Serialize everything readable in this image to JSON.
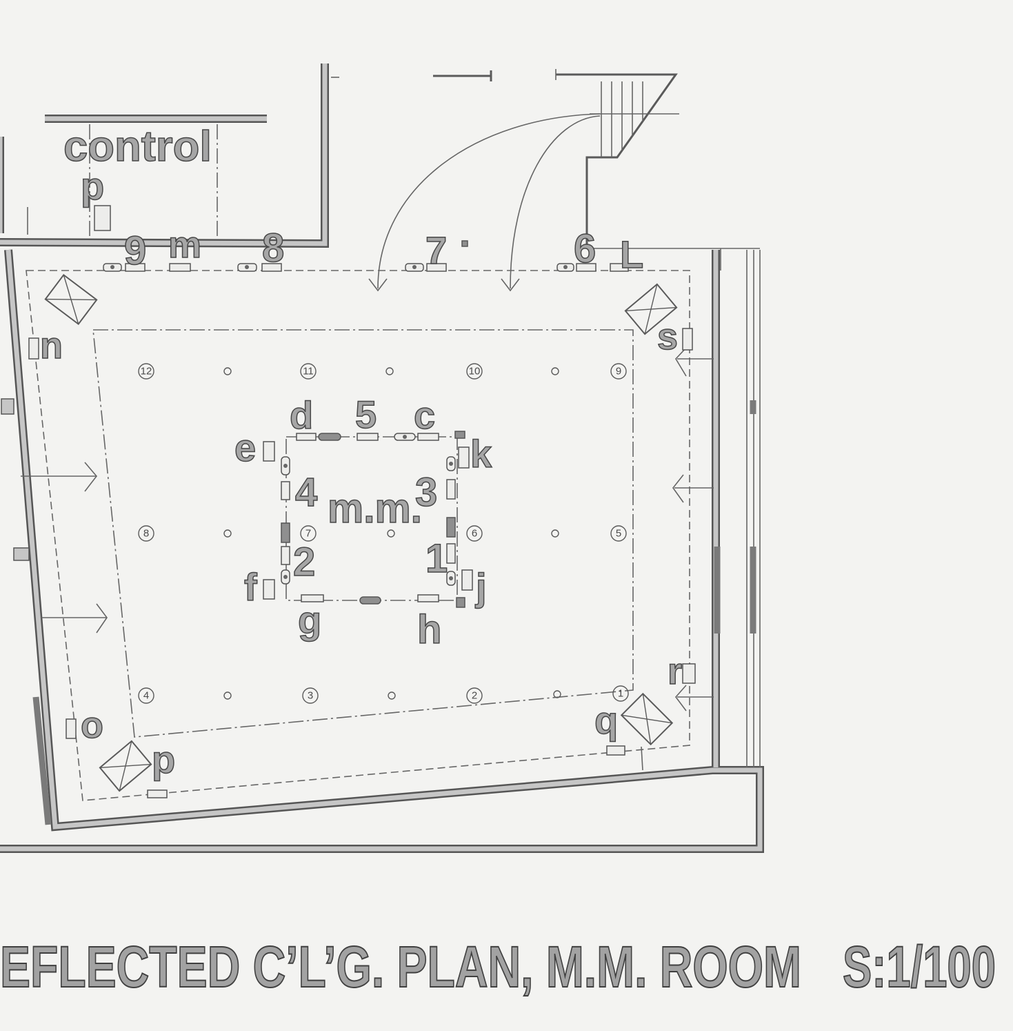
{
  "control_room": {
    "label": "control",
    "outlet_label": "p"
  },
  "labels": {
    "top_9": "9",
    "top_m": "m",
    "top_8": "8",
    "top_7": "7",
    "top_6": "6",
    "top_L": "L",
    "n": "n",
    "s": "s",
    "d": "d",
    "center_5": "5",
    "c": "c",
    "e": "e",
    "k": "k",
    "center_4": "4",
    "center_3": "3",
    "center_2": "2",
    "center_1": "1",
    "f": "f",
    "j": "j",
    "g": "g",
    "h": "h",
    "r": "r",
    "o": "o",
    "q": "q",
    "bottom_p": "p"
  },
  "main_room_label": "m.m.",
  "ceiling_lights": [
    "12",
    "11",
    "10",
    "9",
    "8",
    "7",
    "6",
    "5",
    "4",
    "3",
    "2",
    "1"
  ],
  "title": "EFLECTED C’L’G. PLAN, M.M. ROOM",
  "scale": "S:1/100"
}
